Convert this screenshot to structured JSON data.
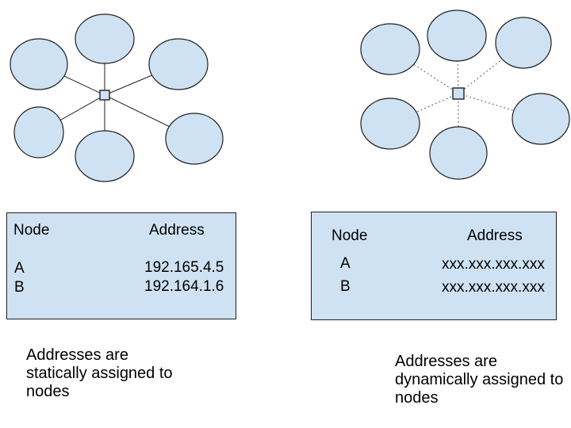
{
  "colors": {
    "canvas-bg": "#ffffff",
    "shape-fill": "#cfe2f3",
    "shape-stroke": "#1f1f1f",
    "link-solid": "#1f1f1f",
    "link-dotted": "#595959",
    "text": "#000000"
  },
  "static_panel": {
    "table": {
      "col_node": "Node",
      "col_address": "Address",
      "rows": [
        {
          "node": "A",
          "address": "192.165.4.5"
        },
        {
          "node": "B",
          "address": "192.164.1.6"
        }
      ]
    },
    "caption": "Addresses are statically assigned to nodes"
  },
  "dynamic_panel": {
    "table": {
      "col_node": "Node",
      "col_address": "Address",
      "rows": [
        {
          "node": "A",
          "address": "xxx.xxx.xxx.xxx"
        },
        {
          "node": "B",
          "address": "xxx.xxx.xxx.xxx"
        }
      ]
    },
    "caption": "Addresses are dynamically assigned to nodes"
  }
}
